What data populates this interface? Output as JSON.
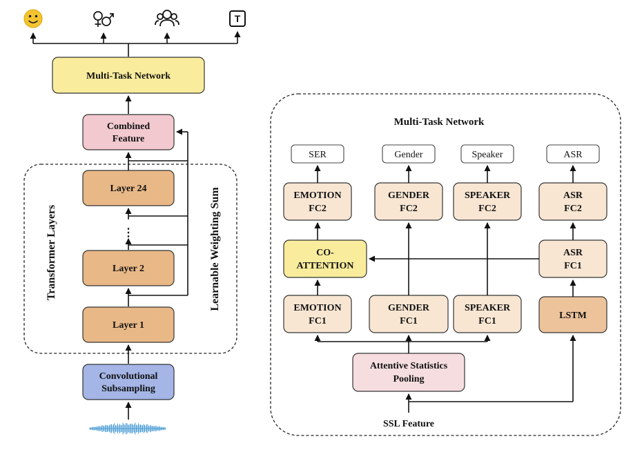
{
  "colors": {
    "yellow": "#f9ec9c",
    "pink": "#f1c9cf",
    "orange": "#e8b887",
    "blue": "#a4b5e6",
    "cream": "#f8e6d3",
    "lstm": "#edc39c",
    "pooling": "#f6dde0",
    "waveform": "#4f9fd6",
    "face": "#f4c430"
  },
  "left": {
    "outputs_icons": [
      "smiley-face-icon",
      "gender-symbols-icon",
      "people-group-icon",
      "text-box-icon"
    ],
    "text_icon_letter": "T",
    "multi_task_network": "Multi-Task Network",
    "combined_feature": [
      "Combined",
      "Feature"
    ],
    "layer_24": "Layer 24",
    "dots": "⋮",
    "layer_2": "Layer 2",
    "layer_1": "Layer 1",
    "transformer_layers": "Transformer Layers",
    "learnable_weighting_sum": "Learnable Weighting Sum",
    "conv_subsampling": [
      "Convolutional",
      "Subsampling"
    ],
    "input_icon": "audio-waveform-icon"
  },
  "right": {
    "title": "Multi-Task Network",
    "outputs": [
      "SER",
      "Gender",
      "Speaker",
      "ASR"
    ],
    "emotion_fc2": [
      "EMOTION",
      "FC2"
    ],
    "gender_fc2": [
      "GENDER",
      "FC2"
    ],
    "speaker_fc2": [
      "SPEAKER",
      "FC2"
    ],
    "asr_fc2": [
      "ASR",
      "FC2"
    ],
    "co_attention": [
      "CO-",
      "ATTENTION"
    ],
    "asr_fc1": [
      "ASR",
      "FC1"
    ],
    "emotion_fc1": [
      "EMOTION",
      "FC1"
    ],
    "gender_fc1": [
      "GENDER",
      "FC1"
    ],
    "speaker_fc1": [
      "SPEAKER",
      "FC1"
    ],
    "lstm": "LSTM",
    "pooling": [
      "Attentive Statistics",
      "Pooling"
    ],
    "ssl_feature": "SSL Feature"
  }
}
